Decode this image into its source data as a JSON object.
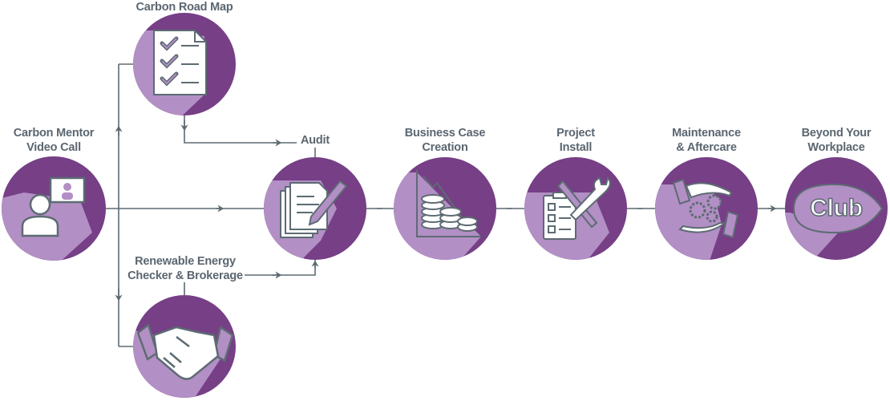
{
  "colors": {
    "dark_purple": "#763f86",
    "light_purple": "#b28fc4",
    "line": "#5d6b73",
    "text": "#5b6670"
  },
  "steps": {
    "mentor": {
      "line1": "Carbon Mentor",
      "line2": "Video Call",
      "icon": "video-call-icon"
    },
    "roadmap": {
      "line1": "Carbon Road Map",
      "icon": "checklist-icon"
    },
    "renewable": {
      "line1": "Renewable Energy",
      "line2": "Checker & Brokerage",
      "icon": "handshake-icon"
    },
    "audit": {
      "line1": "Audit",
      "icon": "document-pen-icon"
    },
    "business": {
      "line1": "Business Case",
      "line2": "Creation",
      "icon": "coins-chart-icon"
    },
    "install": {
      "line1": "Project",
      "line2": "Install",
      "icon": "tools-clipboard-icon"
    },
    "maintenance": {
      "line1": "Maintenance",
      "line2": "& Aftercare",
      "icon": "hands-gears-icon"
    },
    "beyond": {
      "line1": "Beyond Your",
      "line2": "Workplace",
      "icon": "club-icon",
      "badge": "Club"
    }
  }
}
